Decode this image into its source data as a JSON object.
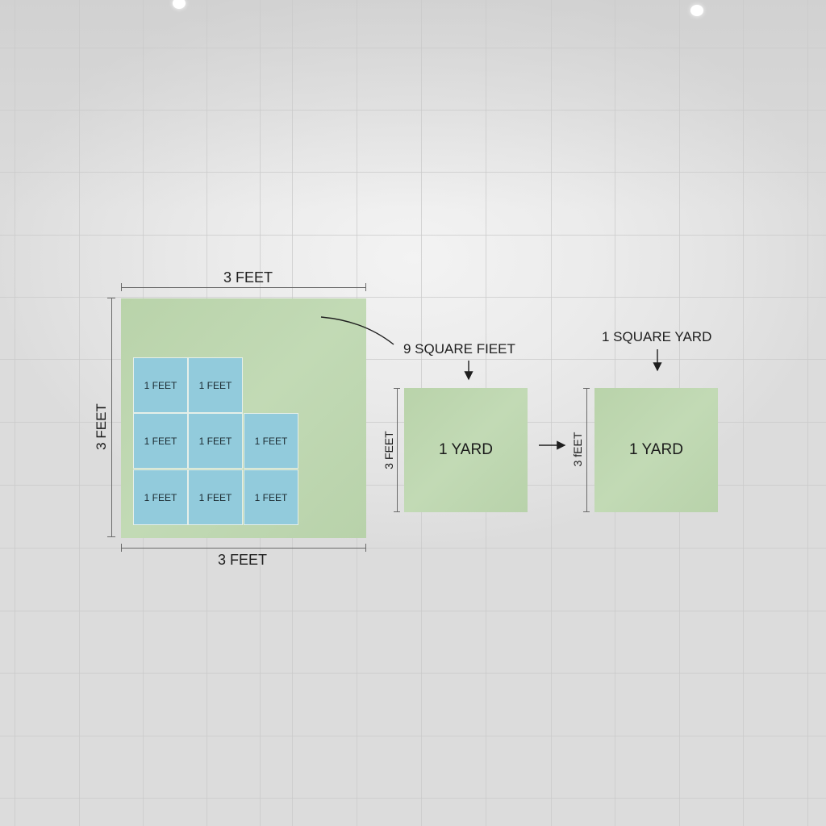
{
  "diagram": {
    "large_square": {
      "top_dimension_label": "3 FEET",
      "bottom_dimension_label": "3 FEET",
      "left_dimension_label": "3 FEET",
      "tiles": [
        {
          "row": 1,
          "col": 1,
          "label": "1 FEET"
        },
        {
          "row": 1,
          "col": 2,
          "label": "1 FEET"
        },
        {
          "row": 2,
          "col": 1,
          "label": "1 FEET"
        },
        {
          "row": 2,
          "col": 2,
          "label": "1 FEET"
        },
        {
          "row": 2,
          "col": 3,
          "label": "1 FEET"
        },
        {
          "row": 3,
          "col": 1,
          "label": "1 FEET"
        },
        {
          "row": 3,
          "col": 2,
          "label": "1 FEET"
        },
        {
          "row": 3,
          "col": 3,
          "label": "1 FEET"
        }
      ]
    },
    "callout_area": {
      "label": "9 SQUARE FIEET"
    },
    "middle_square": {
      "label": "1 YARD",
      "side_dimension_label": "3 FEET"
    },
    "right_square": {
      "title": "1 SQUARE YARD",
      "label": "1 YARD",
      "side_dimension_label": "3 fEET"
    },
    "colors": {
      "green_fill": "#bcd5ae",
      "blue_tile": "#92cbdc",
      "tile_border": "#e6efe9",
      "dimension_line": "#6a6a6a",
      "text": "#1e1e1e",
      "grid_line": "#c9c9c9",
      "background": "#e6e6e6"
    }
  }
}
